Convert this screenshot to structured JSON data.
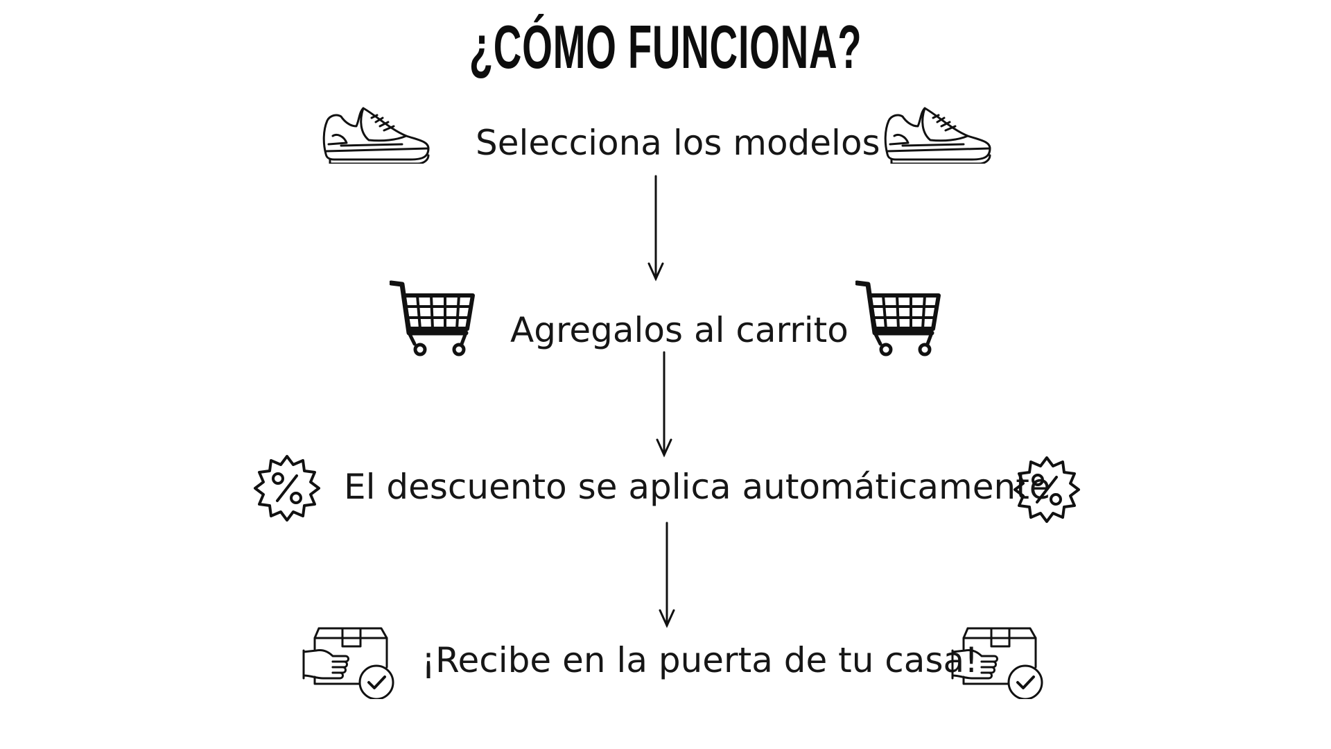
{
  "title": "¿CÓMO FUNCIONA?",
  "steps": [
    {
      "label": "Selecciona los modelos",
      "icon": "sneaker-icon"
    },
    {
      "label": "Agregalos al carrito",
      "icon": "shopping-cart-icon"
    },
    {
      "label": "El descuento se aplica automáticamente",
      "icon": "percent-badge-icon"
    },
    {
      "label": "¡Recibe en la puerta de tu casa!",
      "icon": "package-delivered-icon"
    }
  ],
  "colors": {
    "ink": "#111111",
    "background": "#ffffff"
  }
}
